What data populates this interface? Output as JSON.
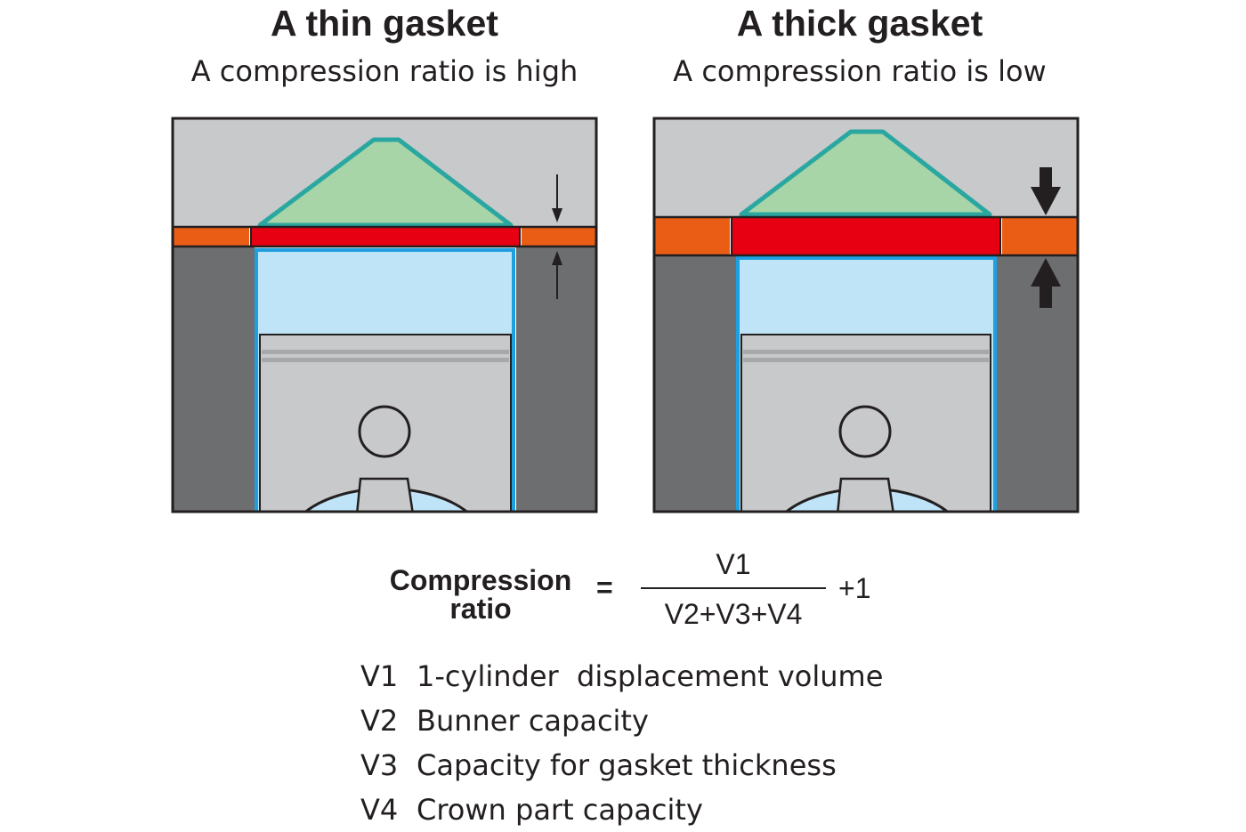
{
  "panels": [
    {
      "title": "A thin gasket",
      "subtitle": "A compression ratio is high"
    },
    {
      "title": "A thick gasket",
      "subtitle": "A compression ratio is low"
    }
  ],
  "formula": {
    "label_line1": "Compression",
    "label_line2": "ratio",
    "equals": "=",
    "numerator": "V1",
    "denominator": "V2+V3+V4",
    "suffix": "+1"
  },
  "legend": [
    {
      "key": "V1",
      "text": "1-cylinder  displacement volume"
    },
    {
      "key": "V2",
      "text": "Bunner capacity"
    },
    {
      "key": "V3",
      "text": "Capacity for gasket thickness"
    },
    {
      "key": "V4",
      "text": "Crown part capacity"
    }
  ],
  "colors": {
    "cylinder_head": "#c8c9ca",
    "combustion_chamber": "#a8d5a8",
    "chamber_outline": "#2aa7a1",
    "gasket_outer": "#e95e14",
    "gasket_center": "#e60012",
    "block_wall": "#6d6e70",
    "cylinder_bore": "#bfe4f7",
    "bore_outline": "#1ea0e0",
    "piston": "#c8c9ca",
    "outline": "#231f20"
  },
  "icons": [
    "down-arrow-icon",
    "up-arrow-icon"
  ]
}
